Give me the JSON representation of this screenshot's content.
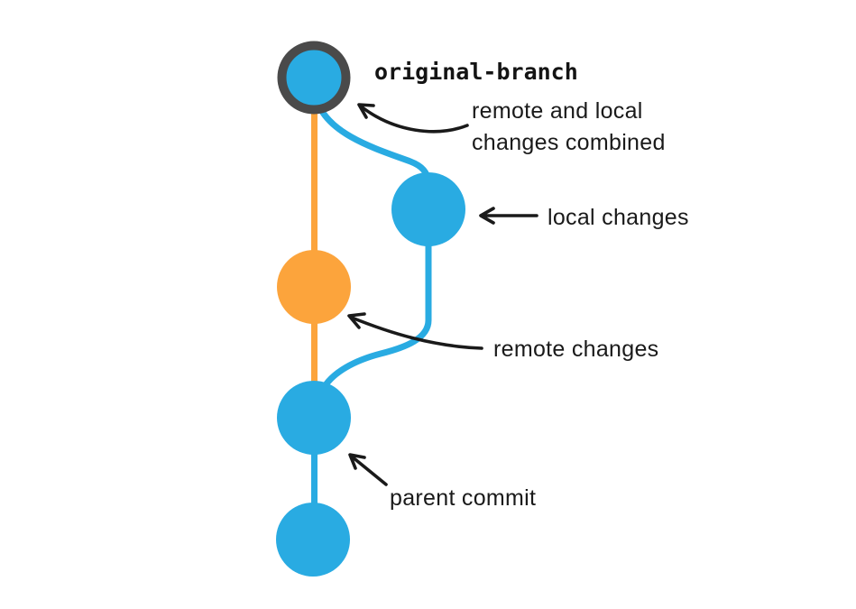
{
  "diagram": {
    "kind": "git-commit-graph",
    "labels": {
      "branch_name": "original-branch",
      "combined_line1": "remote and local",
      "combined_line2": "changes combined",
      "local": "local changes",
      "remote": "remote changes",
      "parent": "parent commit"
    },
    "nodes": [
      {
        "name": "merged-commit",
        "color": "blue",
        "highlighted": true
      },
      {
        "name": "local-changes-commit",
        "color": "blue"
      },
      {
        "name": "remote-changes-commit",
        "color": "orange"
      },
      {
        "name": "parent-commit",
        "color": "blue"
      },
      {
        "name": "root-commit",
        "color": "blue"
      }
    ],
    "colors": {
      "commit_blue": "#29ABE2",
      "commit_orange": "#FCA43C",
      "ring_gray": "#4A4A4A",
      "arrow_black": "#1A1A1A",
      "background": "#FFFFFF"
    }
  }
}
